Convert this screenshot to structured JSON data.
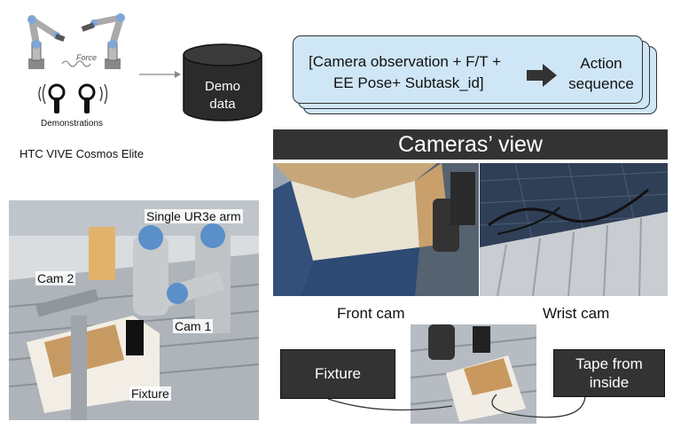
{
  "pipeline": {
    "force_label": "Force",
    "demonstrations_label": "Demonstrations",
    "device_label": "HTC VIVE Cosmos Elite",
    "demo_data_line1": "Demo",
    "demo_data_line2": "data",
    "input_line1": "[Camera observation + F/T +",
    "input_line2": "EE Pose+ Subtask_id]",
    "action_line1": "Action",
    "action_line2": "sequence"
  },
  "setup_photo": {
    "arm_label": "Single UR3e arm",
    "cam2_label": "Cam 2",
    "cam1_label": "Cam 1",
    "fixture_label": "Fixture"
  },
  "cameras": {
    "header": "Cameras’ view",
    "front_caption": "Front cam",
    "wrist_caption": "Wrist cam"
  },
  "bottom": {
    "fixture_box": "Fixture",
    "tape_line1": "Tape from",
    "tape_line2": "inside"
  },
  "colors": {
    "card_fill": "#cfe6f6",
    "dark_box": "#333333",
    "robot_joint": "#7da7d9"
  }
}
